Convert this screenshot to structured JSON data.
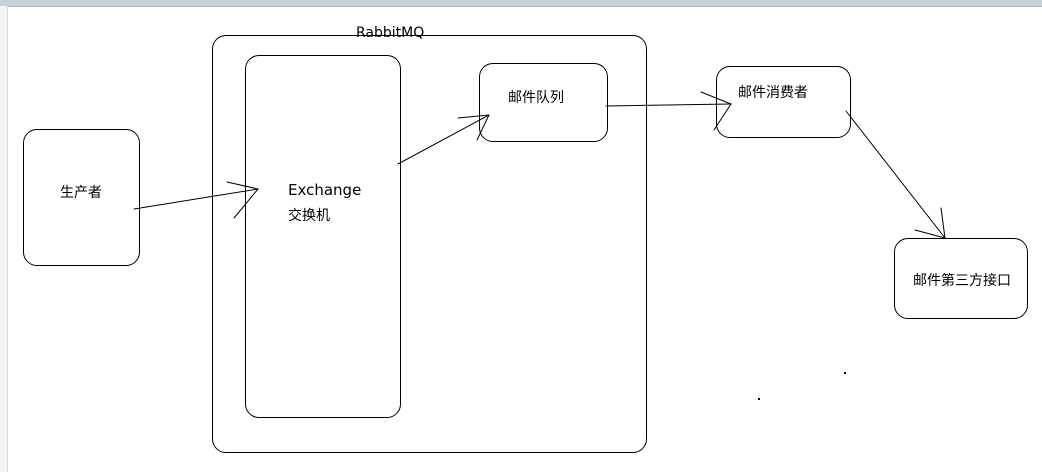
{
  "diagram": {
    "container_label": "RabbitMQ",
    "nodes": {
      "producer": "生产者",
      "exchange_en": "Exchange",
      "exchange_cn": "交换机",
      "mail_queue": "邮件队列",
      "mail_consumer": "邮件消费者",
      "mail_third_party_api": "邮件第三方接口"
    }
  }
}
